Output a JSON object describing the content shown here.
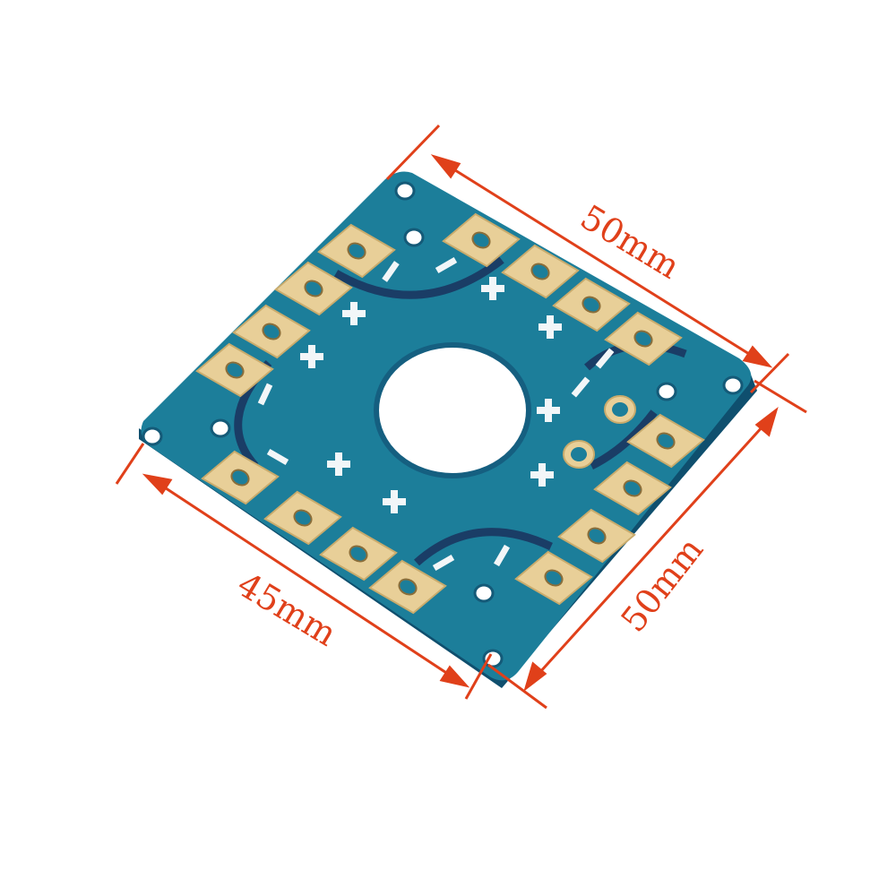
{
  "product": {
    "dimensions": {
      "top": "50mm",
      "right": "50mm",
      "bottom_left": "45mm"
    }
  },
  "colors": {
    "pcb": "#1c7e9a",
    "pcb_dark": "#0f4f6e",
    "trace": "#1a3d66",
    "pad": "#e8cf98",
    "annotation": "#e0401a",
    "silkscreen": "#f2f6f8"
  }
}
